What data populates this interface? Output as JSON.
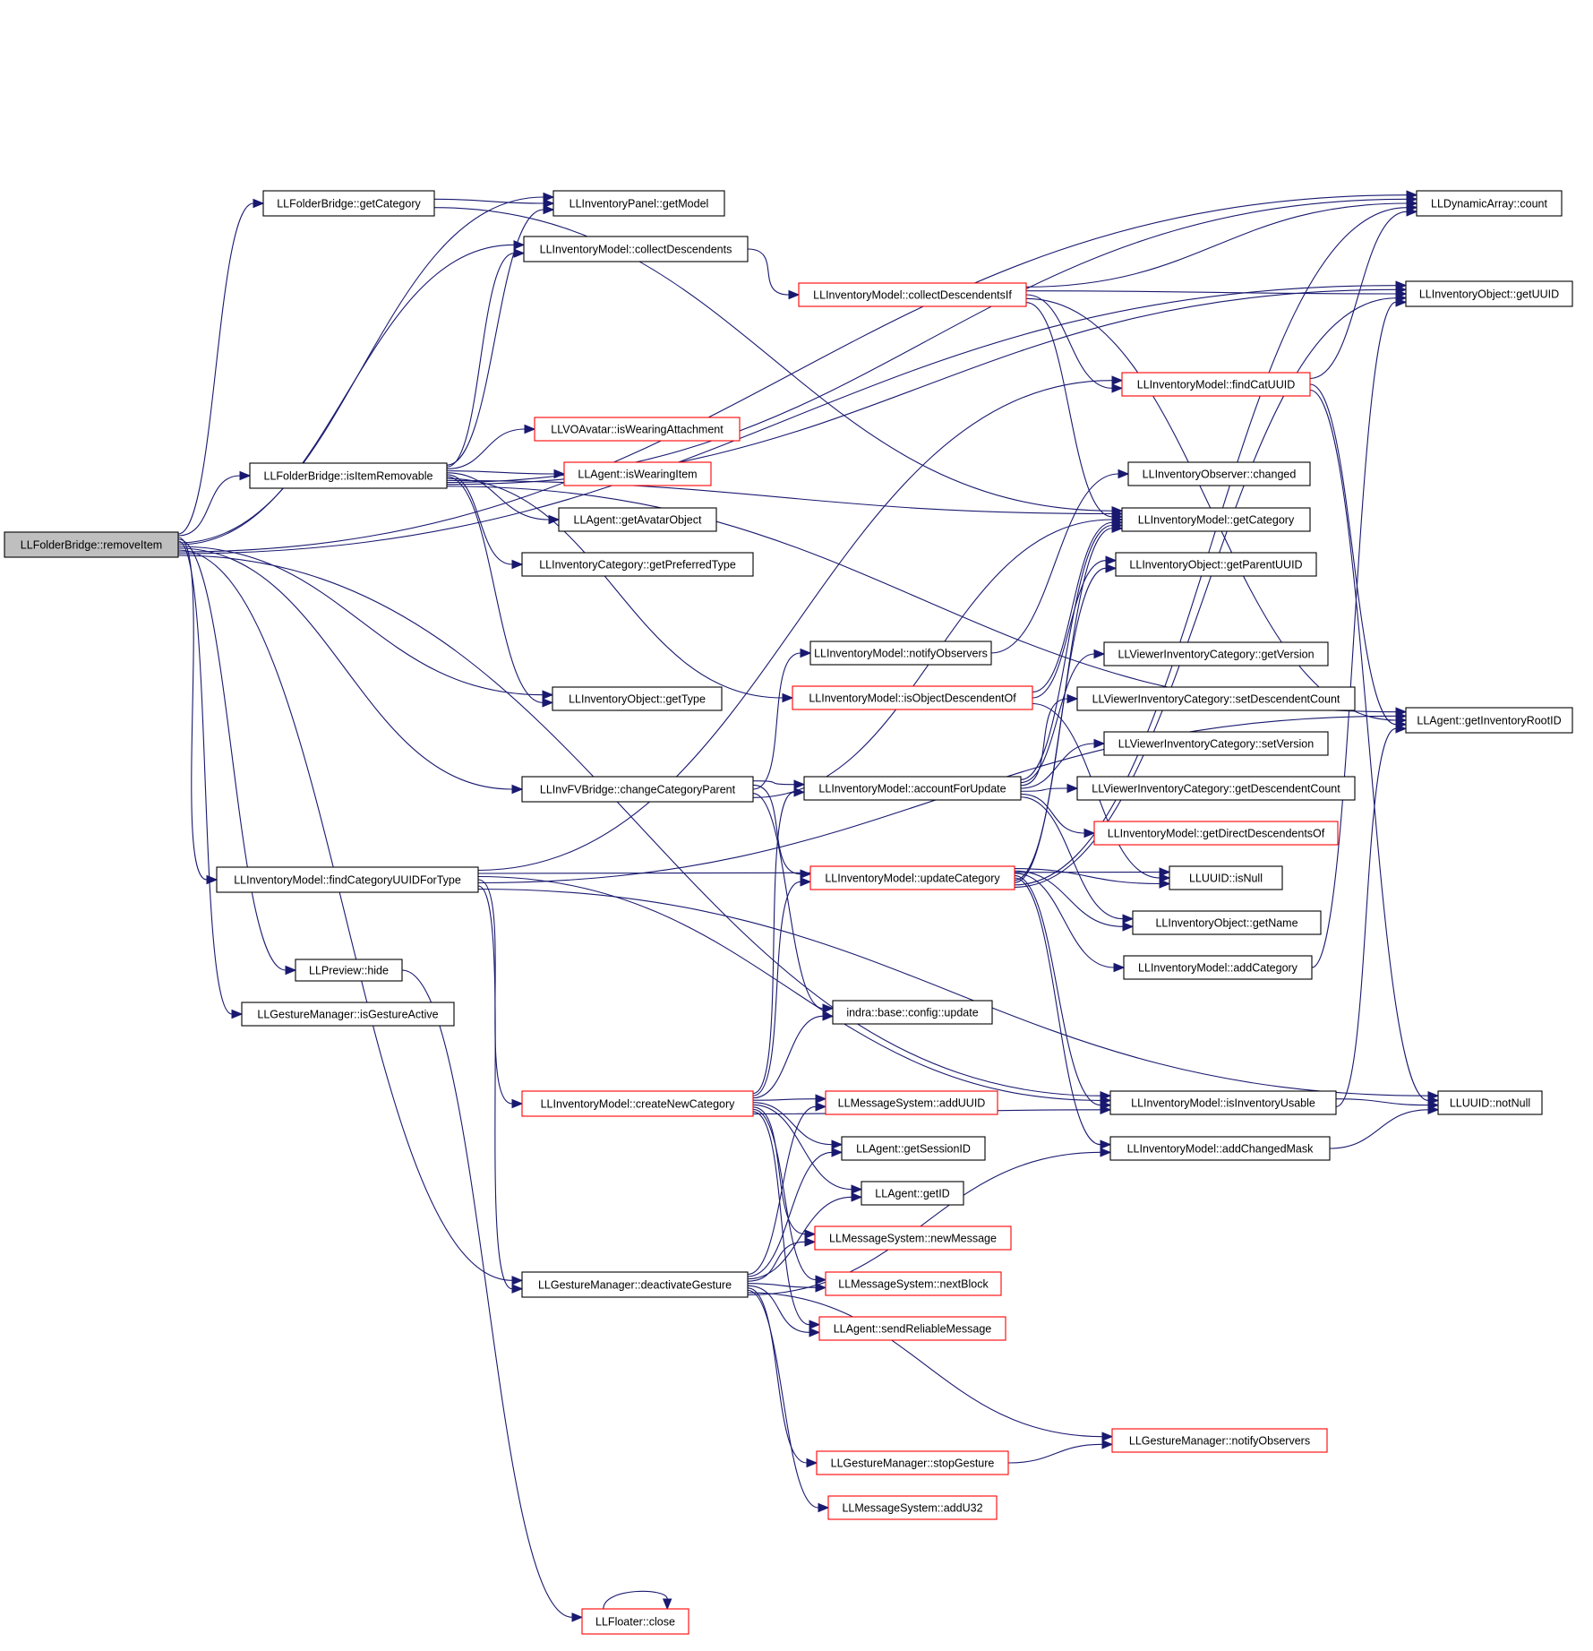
{
  "colors": {
    "edge": "#191970",
    "node_border": "#000000",
    "external_node_border": "#ff0000",
    "root_node_fill": "#bfbfbf",
    "node_fill": "#ffffff"
  },
  "diagram": {
    "nodes": [
      {
        "id": "removeItem",
        "label": "LLFolderBridge::removeItem",
        "style": "root"
      },
      {
        "id": "getCategoryFB",
        "label": "LLFolderBridge::getCategory",
        "style": "normal"
      },
      {
        "id": "isItemRemovable",
        "label": "LLFolderBridge::isItemRemovable",
        "style": "normal"
      },
      {
        "id": "findCategoryUUIDForType",
        "label": "LLInventoryModel::findCategoryUUIDForType",
        "style": "normal"
      },
      {
        "id": "hide",
        "label": "LLPreview::hide",
        "style": "normal"
      },
      {
        "id": "isGestureActive",
        "label": "LLGestureManager::isGestureActive",
        "style": "normal"
      },
      {
        "id": "getModel",
        "label": "LLInventoryPanel::getModel",
        "style": "normal"
      },
      {
        "id": "collectDescendents",
        "label": "LLInventoryModel::collectDescendents",
        "style": "normal"
      },
      {
        "id": "isWearingAttachment",
        "label": "LLVOAvatar::isWearingAttachment",
        "style": "external"
      },
      {
        "id": "isWearingItem",
        "label": "LLAgent::isWearingItem",
        "style": "external"
      },
      {
        "id": "getAvatarObject",
        "label": "LLAgent::getAvatarObject",
        "style": "normal"
      },
      {
        "id": "getPreferredType",
        "label": "LLInventoryCategory::getPreferredType",
        "style": "normal"
      },
      {
        "id": "getType",
        "label": "LLInventoryObject::getType",
        "style": "normal"
      },
      {
        "id": "changeCategoryParent",
        "label": "LLInvFVBridge::changeCategoryParent",
        "style": "normal"
      },
      {
        "id": "createNewCategory",
        "label": "LLInventoryModel::createNewCategory",
        "style": "external"
      },
      {
        "id": "deactivateGesture",
        "label": "LLGestureManager::deactivateGesture",
        "style": "normal"
      },
      {
        "id": "floaterClose",
        "label": "LLFloater::close",
        "style": "external"
      },
      {
        "id": "collectDescendentsIf",
        "label": "LLInventoryModel::collectDescendentsIf",
        "style": "external"
      },
      {
        "id": "notifyObserversIM",
        "label": "LLInventoryModel::notifyObservers",
        "style": "normal"
      },
      {
        "id": "isObjectDescendentOf",
        "label": "LLInventoryModel::isObjectDescendentOf",
        "style": "external"
      },
      {
        "id": "accountForUpdate",
        "label": "LLInventoryModel::accountForUpdate",
        "style": "normal"
      },
      {
        "id": "updateCategory",
        "label": "LLInventoryModel::updateCategory",
        "style": "external"
      },
      {
        "id": "configUpdate",
        "label": "indra::base::config::update",
        "style": "normal"
      },
      {
        "id": "addUUID",
        "label": "LLMessageSystem::addUUID",
        "style": "external"
      },
      {
        "id": "getSessionID",
        "label": "LLAgent::getSessionID",
        "style": "normal"
      },
      {
        "id": "getID",
        "label": "LLAgent::getID",
        "style": "normal"
      },
      {
        "id": "newMessage",
        "label": "LLMessageSystem::newMessage",
        "style": "external"
      },
      {
        "id": "nextBlock",
        "label": "LLMessageSystem::nextBlock",
        "style": "external"
      },
      {
        "id": "sendReliableMessage",
        "label": "LLAgent::sendReliableMessage",
        "style": "external"
      },
      {
        "id": "stopGesture",
        "label": "LLGestureManager::stopGesture",
        "style": "external"
      },
      {
        "id": "addU32",
        "label": "LLMessageSystem::addU32",
        "style": "external"
      },
      {
        "id": "findCatUUID",
        "label": "LLInventoryModel::findCatUUID",
        "style": "external"
      },
      {
        "id": "observerChanged",
        "label": "LLInventoryObserver::changed",
        "style": "normal"
      },
      {
        "id": "getCategoryIM",
        "label": "LLInventoryModel::getCategory",
        "style": "normal"
      },
      {
        "id": "getParentUUID",
        "label": "LLInventoryObject::getParentUUID",
        "style": "normal"
      },
      {
        "id": "getVersion",
        "label": "LLViewerInventoryCategory::getVersion",
        "style": "normal"
      },
      {
        "id": "setDescendentCount",
        "label": "LLViewerInventoryCategory::setDescendentCount",
        "style": "normal"
      },
      {
        "id": "setVersion",
        "label": "LLViewerInventoryCategory::setVersion",
        "style": "normal"
      },
      {
        "id": "getDescendentCount",
        "label": "LLViewerInventoryCategory::getDescendentCount",
        "style": "normal"
      },
      {
        "id": "getDirectDescendentsOf",
        "label": "LLInventoryModel::getDirectDescendentsOf",
        "style": "external"
      },
      {
        "id": "isNull",
        "label": "LLUUID::isNull",
        "style": "normal"
      },
      {
        "id": "getName",
        "label": "LLInventoryObject::getName",
        "style": "normal"
      },
      {
        "id": "addCategory",
        "label": "LLInventoryModel::addCategory",
        "style": "normal"
      },
      {
        "id": "isInventoryUsable",
        "label": "LLInventoryModel::isInventoryUsable",
        "style": "normal"
      },
      {
        "id": "addChangedMask",
        "label": "LLInventoryModel::addChangedMask",
        "style": "normal"
      },
      {
        "id": "notifyObserversGM",
        "label": "LLGestureManager::notifyObservers",
        "style": "external"
      },
      {
        "id": "dynCount",
        "label": "LLDynamicArray::count",
        "style": "normal"
      },
      {
        "id": "getUUID",
        "label": "LLInventoryObject::getUUID",
        "style": "normal"
      },
      {
        "id": "getInventoryRootID",
        "label": "LLAgent::getInventoryRootID",
        "style": "normal"
      },
      {
        "id": "notNull",
        "label": "LLUUID::notNull",
        "style": "normal"
      }
    ],
    "edges": [
      [
        "removeItem",
        "getCategoryFB"
      ],
      [
        "removeItem",
        "isItemRemovable"
      ],
      [
        "removeItem",
        "findCategoryUUIDForType"
      ],
      [
        "removeItem",
        "hide"
      ],
      [
        "removeItem",
        "isGestureActive"
      ],
      [
        "removeItem",
        "getModel"
      ],
      [
        "removeItem",
        "collectDescendents"
      ],
      [
        "removeItem",
        "getType"
      ],
      [
        "removeItem",
        "changeCategoryParent"
      ],
      [
        "removeItem",
        "deactivateGesture"
      ],
      [
        "removeItem",
        "dynCount"
      ],
      [
        "removeItem",
        "getUUID"
      ],
      [
        "removeItem",
        "isInventoryUsable"
      ],
      [
        "getCategoryFB",
        "getModel"
      ],
      [
        "getCategoryFB",
        "getCategoryIM"
      ],
      [
        "isItemRemovable",
        "getModel"
      ],
      [
        "isItemRemovable",
        "collectDescendents"
      ],
      [
        "isItemRemovable",
        "isWearingAttachment"
      ],
      [
        "isItemRemovable",
        "isWearingItem"
      ],
      [
        "isItemRemovable",
        "getAvatarObject"
      ],
      [
        "isItemRemovable",
        "getPreferredType"
      ],
      [
        "isItemRemovable",
        "getType"
      ],
      [
        "isItemRemovable",
        "isObjectDescendentOf"
      ],
      [
        "isItemRemovable",
        "getCategoryIM"
      ],
      [
        "isItemRemovable",
        "dynCount"
      ],
      [
        "isItemRemovable",
        "getUUID"
      ],
      [
        "isItemRemovable",
        "getInventoryRootID"
      ],
      [
        "findCategoryUUIDForType",
        "findCatUUID"
      ],
      [
        "findCategoryUUIDForType",
        "isNull"
      ],
      [
        "findCategoryUUIDForType",
        "isInventoryUsable"
      ],
      [
        "findCategoryUUIDForType",
        "createNewCategory"
      ],
      [
        "findCategoryUUIDForType",
        "getInventoryRootID"
      ],
      [
        "findCategoryUUIDForType",
        "deactivateGesture"
      ],
      [
        "findCategoryUUIDForType",
        "notNull"
      ],
      [
        "hide",
        "floaterClose"
      ],
      [
        "floaterClose",
        "floaterClose"
      ],
      [
        "collectDescendents",
        "collectDescendentsIf"
      ],
      [
        "collectDescendentsIf",
        "dynCount"
      ],
      [
        "collectDescendentsIf",
        "getUUID"
      ],
      [
        "collectDescendentsIf",
        "findCatUUID"
      ],
      [
        "collectDescendentsIf",
        "getInventoryRootID"
      ],
      [
        "collectDescendentsIf",
        "getCategoryIM"
      ],
      [
        "changeCategoryParent",
        "accountForUpdate"
      ],
      [
        "changeCategoryParent",
        "updateCategory"
      ],
      [
        "changeCategoryParent",
        "notifyObserversIM"
      ],
      [
        "changeCategoryParent",
        "configUpdate"
      ],
      [
        "changeCategoryParent",
        "getCategoryIM"
      ],
      [
        "notifyObserversIM",
        "observerChanged"
      ],
      [
        "isObjectDescendentOf",
        "getCategoryIM"
      ],
      [
        "isObjectDescendentOf",
        "getParentUUID"
      ],
      [
        "isObjectDescendentOf",
        "isNull"
      ],
      [
        "accountForUpdate",
        "getCategoryIM"
      ],
      [
        "accountForUpdate",
        "getVersion"
      ],
      [
        "accountForUpdate",
        "setDescendentCount"
      ],
      [
        "accountForUpdate",
        "setVersion"
      ],
      [
        "accountForUpdate",
        "getDescendentCount"
      ],
      [
        "accountForUpdate",
        "getDirectDescendentsOf"
      ],
      [
        "accountForUpdate",
        "getName"
      ],
      [
        "updateCategory",
        "isNull"
      ],
      [
        "updateCategory",
        "getName"
      ],
      [
        "updateCategory",
        "addCategory"
      ],
      [
        "updateCategory",
        "isInventoryUsable"
      ],
      [
        "updateCategory",
        "addChangedMask"
      ],
      [
        "updateCategory",
        "getCategoryIM"
      ],
      [
        "updateCategory",
        "getParentUUID"
      ],
      [
        "updateCategory",
        "dynCount"
      ],
      [
        "updateCategory",
        "getUUID"
      ],
      [
        "createNewCategory",
        "accountForUpdate"
      ],
      [
        "createNewCategory",
        "updateCategory"
      ],
      [
        "createNewCategory",
        "configUpdate"
      ],
      [
        "createNewCategory",
        "addUUID"
      ],
      [
        "createNewCategory",
        "getSessionID"
      ],
      [
        "createNewCategory",
        "getID"
      ],
      [
        "createNewCategory",
        "newMessage"
      ],
      [
        "createNewCategory",
        "nextBlock"
      ],
      [
        "createNewCategory",
        "sendReliableMessage"
      ],
      [
        "createNewCategory",
        "isInventoryUsable"
      ],
      [
        "deactivateGesture",
        "addUUID"
      ],
      [
        "deactivateGesture",
        "getSessionID"
      ],
      [
        "deactivateGesture",
        "getID"
      ],
      [
        "deactivateGesture",
        "newMessage"
      ],
      [
        "deactivateGesture",
        "nextBlock"
      ],
      [
        "deactivateGesture",
        "sendReliableMessage"
      ],
      [
        "deactivateGesture",
        "stopGesture"
      ],
      [
        "deactivateGesture",
        "addU32"
      ],
      [
        "deactivateGesture",
        "notifyObserversGM"
      ],
      [
        "deactivateGesture",
        "addChangedMask"
      ],
      [
        "stopGesture",
        "notifyObserversGM"
      ],
      [
        "findCatUUID",
        "dynCount"
      ],
      [
        "findCatUUID",
        "getInventoryRootID"
      ],
      [
        "findCatUUID",
        "notNull"
      ],
      [
        "addCategory",
        "getUUID"
      ],
      [
        "isInventoryUsable",
        "notNull"
      ],
      [
        "isInventoryUsable",
        "getInventoryRootID"
      ],
      [
        "addChangedMask",
        "notNull"
      ]
    ]
  }
}
